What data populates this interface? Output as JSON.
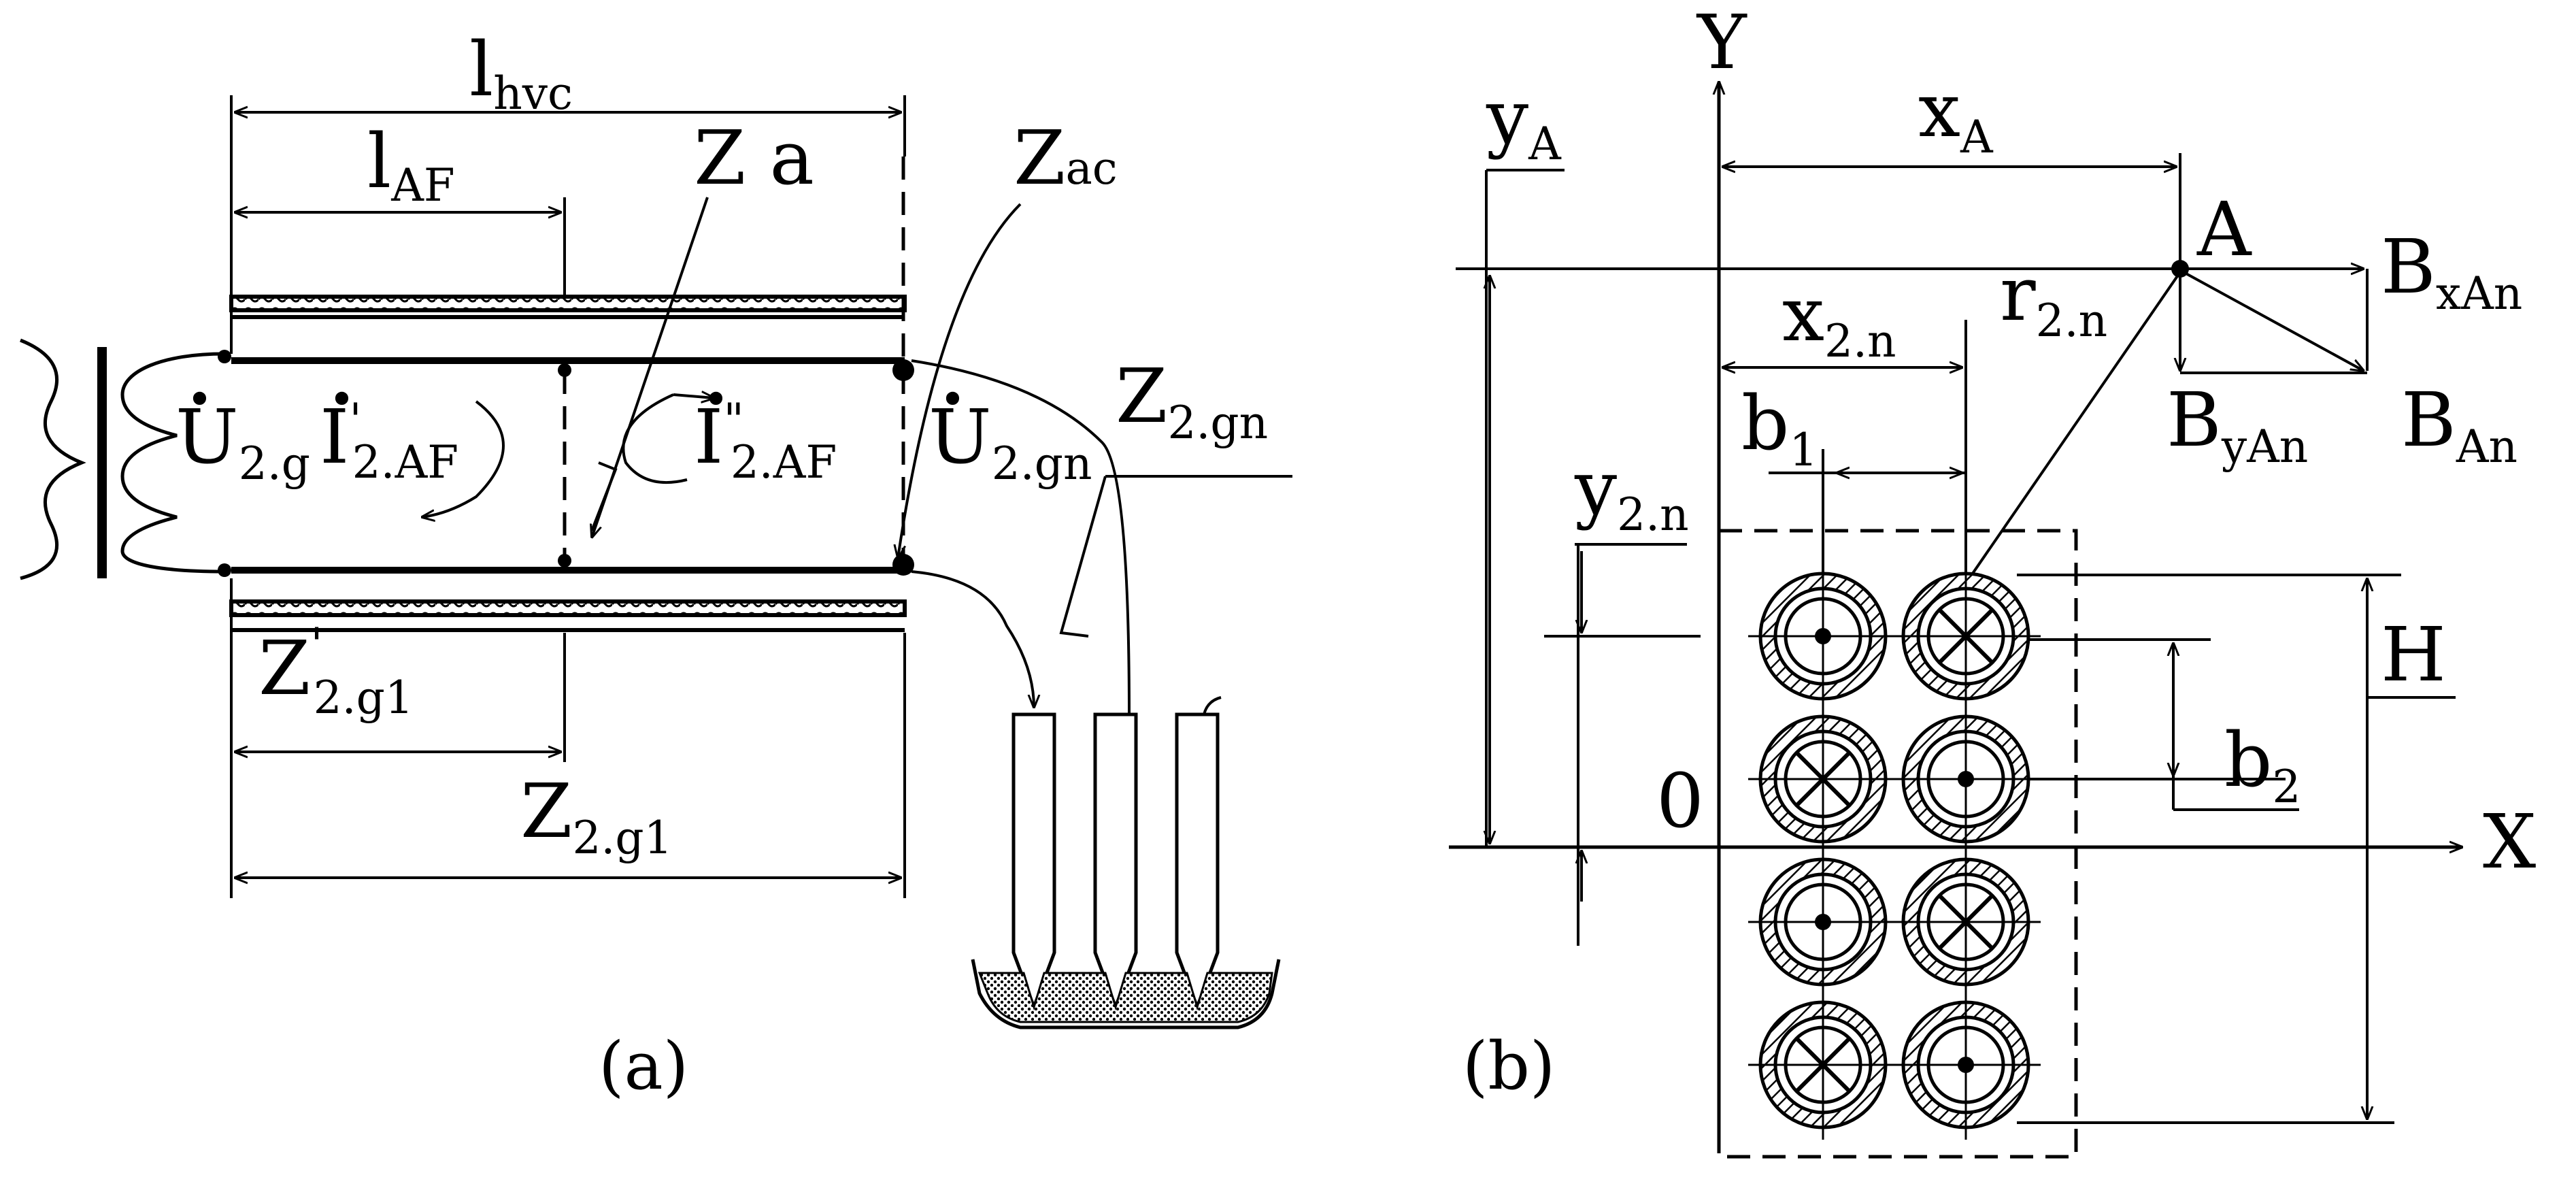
{
  "diagram_a": {
    "caption": "(a)",
    "labels": {
      "l_hvc": {
        "main": "l",
        "sub": "hvc"
      },
      "l_AF": {
        "main": "l",
        "sub": "AF"
      },
      "Z_a": {
        "main": "Z a",
        "sub": ""
      },
      "Z_ac": {
        "main": "Z",
        "sub": "ac"
      },
      "U_2g": {
        "main": "U",
        "sub": "2.g"
      },
      "I_2AF_prime": {
        "main": "I",
        "sup": "'",
        "sub": "2.AF"
      },
      "I_2AF_dprime": {
        "main": "I",
        "sup": "\"",
        "sub": "2.AF"
      },
      "U_2gn": {
        "main": "U",
        "sub": "2.gn"
      },
      "Z_2gn": {
        "main": "Z",
        "sub": "2.gn"
      },
      "Z_2g1_prime": {
        "main": "Z",
        "sup": "'",
        "sub": "2.g1"
      },
      "Z_2g1": {
        "main": "Z",
        "sub": "2.g1"
      }
    }
  },
  "diagram_b": {
    "caption": "(b)",
    "labels": {
      "Y_axis": "Y",
      "X_axis": "X",
      "origin": "0",
      "y_A": {
        "main": "y",
        "sub": "A"
      },
      "x_A": {
        "main": "x",
        "sub": "A"
      },
      "A_point": "A",
      "B_xAn": {
        "main": "B",
        "sub": "xAn"
      },
      "B_yAn": {
        "main": "B",
        "sub": "yAn"
      },
      "B_An": {
        "main": "B",
        "sub": "An"
      },
      "r_2n": {
        "main": "r",
        "sub": "2.n"
      },
      "x_2n": {
        "main": "x",
        "sub": "2.n"
      },
      "b_1": {
        "main": "b",
        "sub": "1"
      },
      "y_2n": {
        "main": "y",
        "sub": "2.n"
      },
      "H": "H",
      "b_2": {
        "main": "b",
        "sub": "2"
      }
    },
    "conductors": [
      {
        "row": 1,
        "left": "dot",
        "right": "cross"
      },
      {
        "row": 2,
        "left": "cross",
        "right": "dot"
      },
      {
        "row": 3,
        "left": "dot",
        "right": "cross"
      },
      {
        "row": 4,
        "left": "cross",
        "right": "dot"
      }
    ]
  }
}
